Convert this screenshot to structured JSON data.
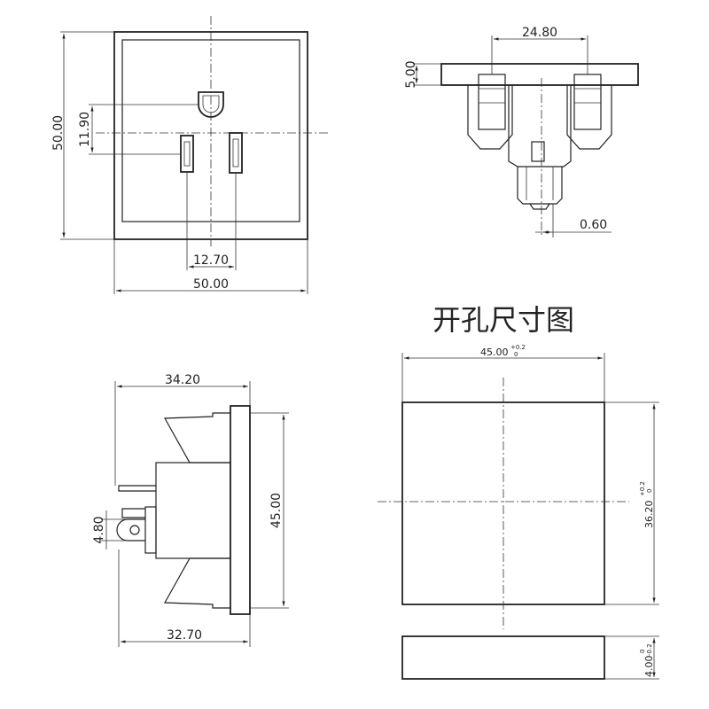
{
  "front_view": {
    "width_label": "50.00",
    "height_label": "50.00",
    "ground_offset_label": "11.90",
    "pin_spacing_label": "12.70"
  },
  "top_view": {
    "pin_spacing_label": "24.80",
    "flange_thickness_label": "5.00",
    "pin_thickness_label": "0.60"
  },
  "side_view": {
    "depth_label": "34.20",
    "body_height_label": "45.00",
    "terminal_offset_label": "4.80",
    "base_depth_label": "32.70"
  },
  "cutout": {
    "title": "开孔尺寸图",
    "width_label": "45.00",
    "width_tol_upper": "+0.2",
    "width_tol_lower": "0",
    "height_label": "36.20",
    "height_tol_upper": "+0.2",
    "height_tol_lower": "0",
    "panel_thickness_label": "4.00",
    "panel_tol_upper": "0",
    "panel_tol_lower": "-0.2"
  }
}
